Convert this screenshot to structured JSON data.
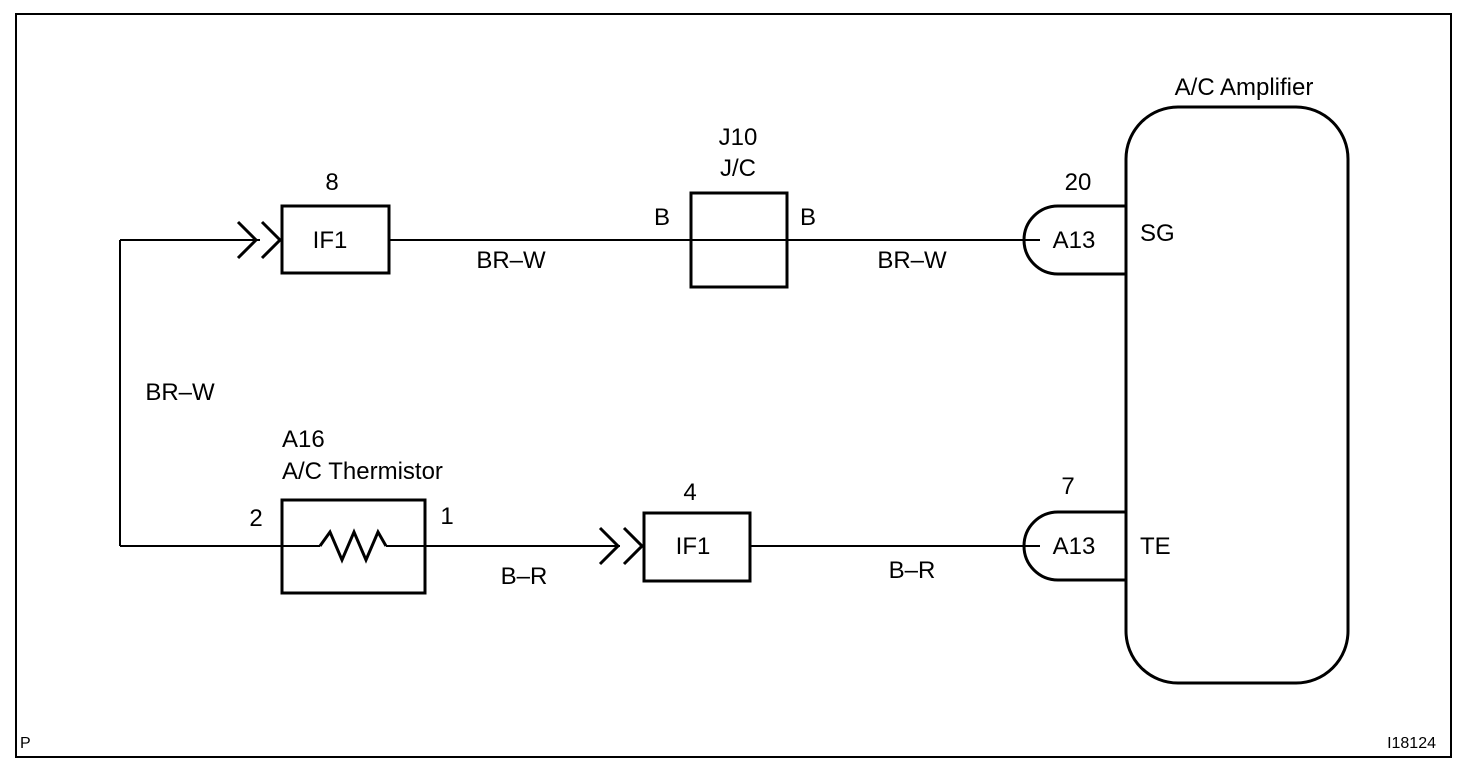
{
  "amplifier": {
    "title": "A/C Amplifier",
    "pin_sg": "SG",
    "pin_te": "TE"
  },
  "top_circuit": {
    "pin_number": "8",
    "connector": "IF1",
    "wire_left": "BR–W",
    "junction": {
      "id": "J10",
      "name": "J/C",
      "left_pin": "B",
      "right_pin": "B"
    },
    "wire_right": "BR–W",
    "amp_pin_number": "20",
    "amp_connector": "A13"
  },
  "left_wire": "BR–W",
  "bottom_circuit": {
    "thermistor_id": "A16",
    "thermistor_name": "A/C Thermistor",
    "pin_left": "2",
    "pin_right": "1",
    "wire_left": "B–R",
    "pin_number": "4",
    "connector": "IF1",
    "wire_right": "B–R",
    "amp_pin_number": "7",
    "amp_connector": "A13"
  },
  "corner_left": "P",
  "figure_id": "I18124"
}
